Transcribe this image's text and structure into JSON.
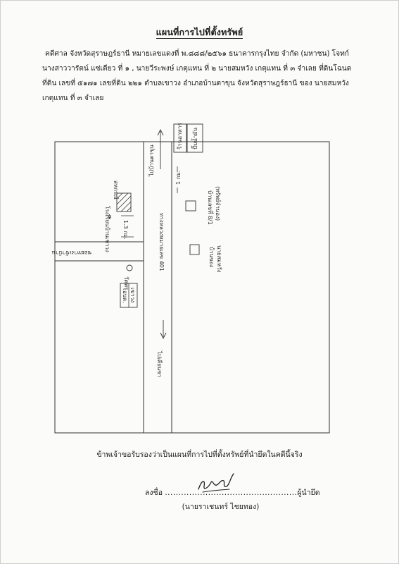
{
  "document": {
    "title": "แผนที่การไปที่ตั้งทรัพย์",
    "paragraph_lines": [
      "คดีศาล  จังหวัดสุราษฎร์ธานี  หมายเลขแดงที่ พ.๘๘๘/๒๕๖๑   ธนาคารกรุงไทย จำกัด (มหาชน) โจทก์",
      "นางสาววารัตน์ แซ่เตียว ที่ ๑ , นายวีระพงษ์ เกตุแทน ที่ ๒  นายสมหวัง เกตุแทน ที่ ๓ จำเลย  ที่ดินโฉนด",
      "ที่ดิน เลขที่ ๕๑๗๑  เลขที่ดิน ๒๒๑  ตำบลเขาวง  อำเภอบ้านตาขุน  จังหวัดสุราษฎร์ธานี  ของ  นายสมหวัง",
      "เกตุแทน ที่ ๓ จำเลย"
    ]
  },
  "map": {
    "road_label": "ทางหลวงหมายเลข 401",
    "to_top_label": "ไปบ้านตาขุน",
    "to_bottom_label": "ไปเคียนซา",
    "distance_top": "1 กม.",
    "distance_left": "1.3 กม.",
    "left_junction_label": "ซอยทางเข้าบ้าน",
    "top_right_box_labels": [
      "ร้านอาหาร",
      "ปั๊มน้ำมัน"
    ],
    "school_label": "โรงเรียนบ้านเขาวง",
    "school_sub": "สหกรณ์",
    "temple_label": "วัดพรุ",
    "office_box_label": "อบต.",
    "office_box_sub": "เขาวง",
    "house1_label": "บ้านเลขที่ 8/1",
    "house1_sub": "(ทรัพย์จำนอง)",
    "house2_label": "บ้านของ",
    "house2_sub": "นายสมหวัง"
  },
  "certification": {
    "statement": "ข้าพเจ้าขอรับรองว่าเป็นแผนที่การไปที่ตั้งทรัพย์ที่นำยึดในคดีนี้จริง",
    "sign_prefix": "ลงชื่อ",
    "sign_dots_left": "...........",
    "sign_dots_right": "......................................",
    "sign_suffix": "ผู้นำยึด",
    "signer_name": "(นายราเชนทร์ ไชยทอง)"
  },
  "colors": {
    "ink": "#1c1c1c",
    "pencil": "#3a3a3a",
    "paper": "#fbfbfa"
  }
}
